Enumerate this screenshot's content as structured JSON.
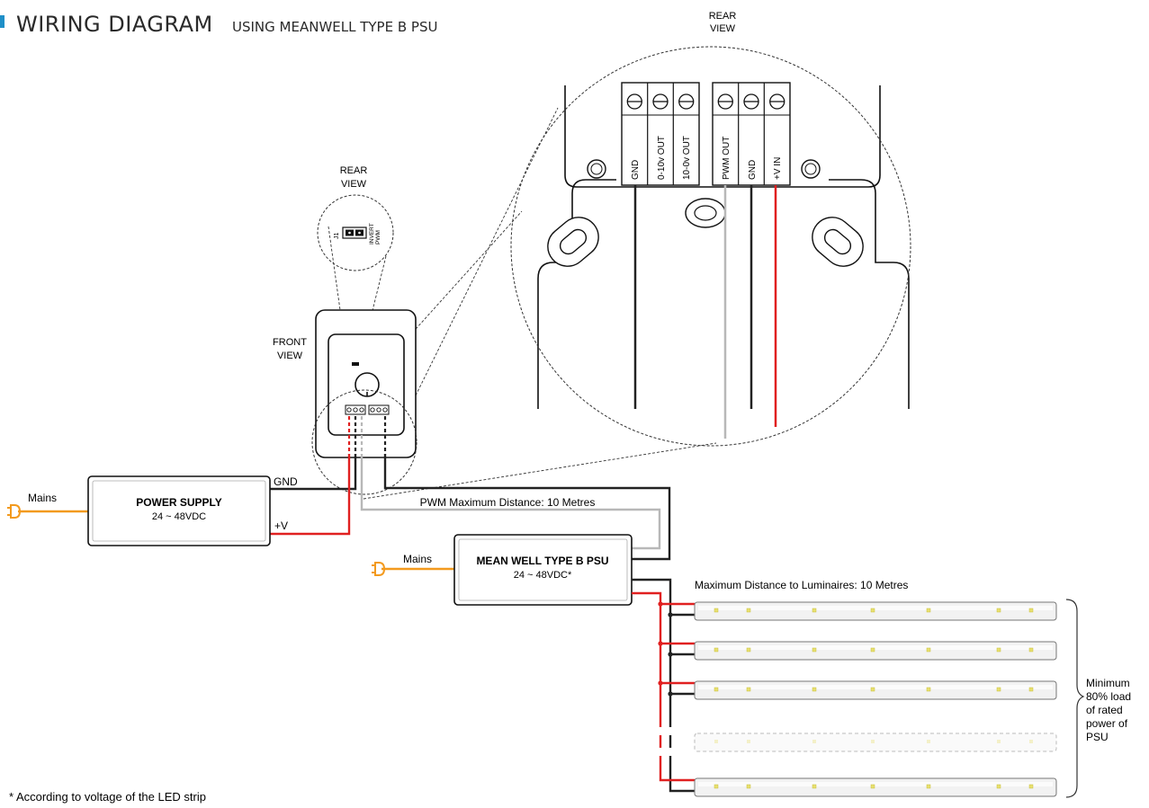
{
  "header": {
    "title": "WIRING DIAGRAM",
    "subtitle": "USING MEANWELL TYPE B PSU"
  },
  "rear_view_large": {
    "label_line1": "REAR",
    "label_line2": "VIEW"
  },
  "terminals": [
    "GND",
    "0-10v OUT",
    "10-0v OUT",
    "PWM OUT",
    "GND",
    "+V IN"
  ],
  "rear_view_small": {
    "label_line1": "REAR",
    "label_line2": "VIEW",
    "jumper_label": "J1",
    "invert_label_line1": "INVERT",
    "invert_label_line2": "PWM"
  },
  "front_view": {
    "label_line1": "FRONT",
    "label_line2": "VIEW"
  },
  "power_supply": {
    "name": "POWER SUPPLY",
    "rating": "24 ~ 48VDC",
    "mains_label": "Mains",
    "gnd_label": "GND",
    "v_label": "+V"
  },
  "pwm_distance": "PWM Maximum Distance: 10 Metres",
  "meanwell_psu": {
    "name": "MEAN WELL TYPE B PSU",
    "rating": "24 ~ 48VDC*",
    "mains_label": "Mains"
  },
  "luminaire_distance": "Maximum Distance to Luminaires: 10 Metres",
  "load_note": [
    "Minimum",
    "80% load",
    "of rated",
    "power of",
    "PSU"
  ],
  "footnote": "* According to voltage of the LED strip",
  "colors": {
    "accent": "#1f8fc8",
    "wire_red": "#e02020",
    "wire_black": "#222222",
    "wire_grey": "#b8b8b8",
    "mains_orange": "#f39a1e"
  },
  "icons": [
    "mains-plug-icon",
    "terminal-screw-icon",
    "mounting-slot-icon",
    "dial-icon"
  ]
}
